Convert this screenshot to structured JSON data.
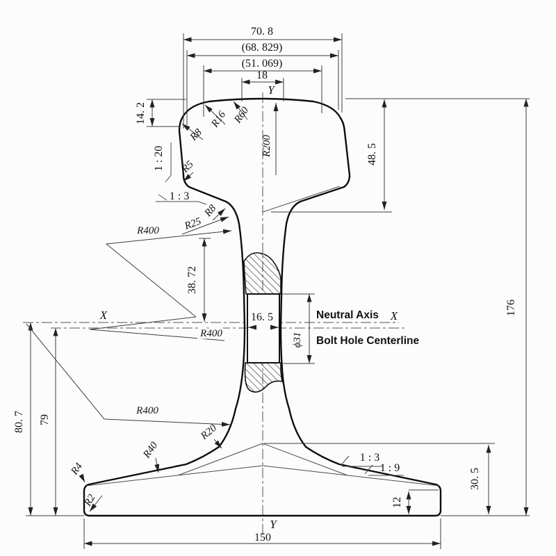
{
  "labels": {
    "dims": {
      "head_width": "70. 8",
      "gauge_width": "(68. 829)",
      "crown_width": "(51. 069)",
      "top_flat": "18",
      "side_height": "14. 2",
      "head_height": "48. 5",
      "total_height": "176",
      "upper_web": "38. 72",
      "web_thickness": "16. 5",
      "bolt_hole": "ϕ31",
      "neutral_height": "80. 7",
      "bolt_height": "79",
      "foot_width": "150",
      "foot_edge": "30. 5",
      "foot_tip": "12"
    },
    "radii": {
      "r8_head": "R8",
      "r16": "R16",
      "r60": "R60",
      "r200": "R200",
      "r5": "R5",
      "r400_upper": "R400",
      "r25": "R25",
      "r8_web": "R8",
      "r400_mid": "R400",
      "r400_lower": "R400",
      "r20": "R20",
      "r40": "R40",
      "r4": "R4",
      "r2": "R2"
    },
    "slopes": {
      "s1_20": "1 : 20",
      "s1_3_head": "1 : 3",
      "s1_3_foot": "1 : 3",
      "s1_9_foot": "1 : 9"
    },
    "axes": {
      "x_left": "X",
      "x_right": "X",
      "y_top": "Y",
      "y_bottom": "Y"
    },
    "annotations": {
      "neutral_axis": "Neutral Axis",
      "bolt_hole_centerline": "Bolt Hole Centerline"
    }
  },
  "colors": {
    "line": "#0d0d0d",
    "thin_line": "#4a4a4a",
    "background": "#fcfcfc"
  }
}
